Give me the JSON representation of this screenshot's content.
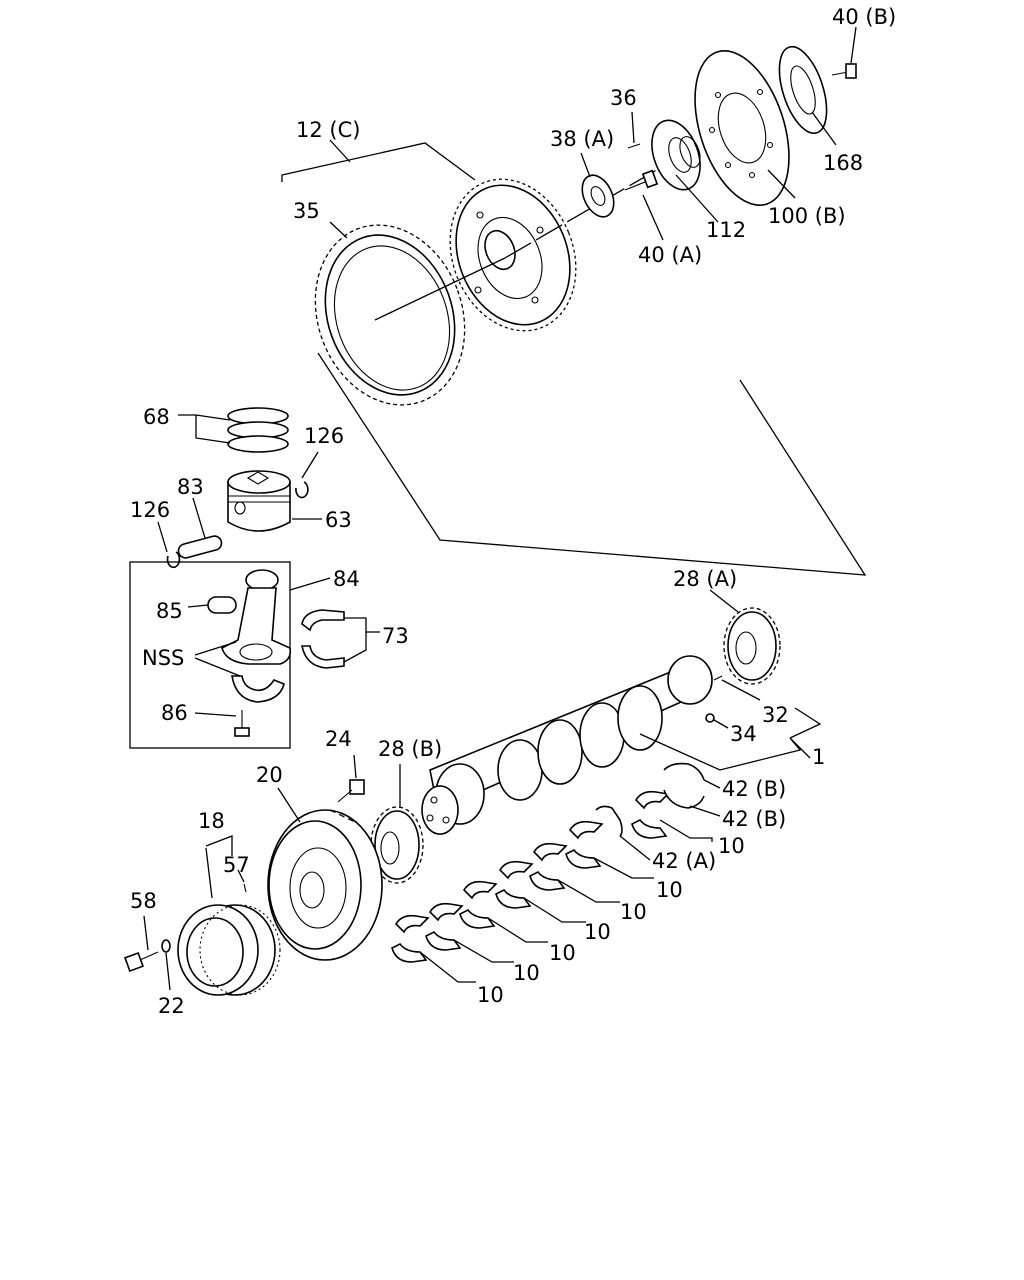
{
  "labels": {
    "p40b": "40 (B)",
    "p36": "36",
    "p38a": "38 (A)",
    "p12c": "12 (C)",
    "p35": "35",
    "p168": "168",
    "p112": "112",
    "p100b": "100 (B)",
    "p40a": "40 (A)",
    "p68": "68",
    "p126a": "126",
    "p83": "83",
    "p126b": "126",
    "p63": "63",
    "p84": "84",
    "p85": "85",
    "p73": "73",
    "nss": "NSS",
    "p86": "86",
    "p28a": "28 (A)",
    "p32": "32",
    "p34": "34",
    "p1": "1",
    "p24": "24",
    "p28b": "28 (B)",
    "p20": "20",
    "p42b1": "42 (B)",
    "p42b2": "42 (B)",
    "p18": "18",
    "p10a": "10",
    "p42a": "42 (A)",
    "p57": "57",
    "p10b": "10",
    "p10c": "10",
    "p10d": "10",
    "p58": "58",
    "p10e": "10",
    "p10f": "10",
    "p10g": "10",
    "p22": "22"
  }
}
